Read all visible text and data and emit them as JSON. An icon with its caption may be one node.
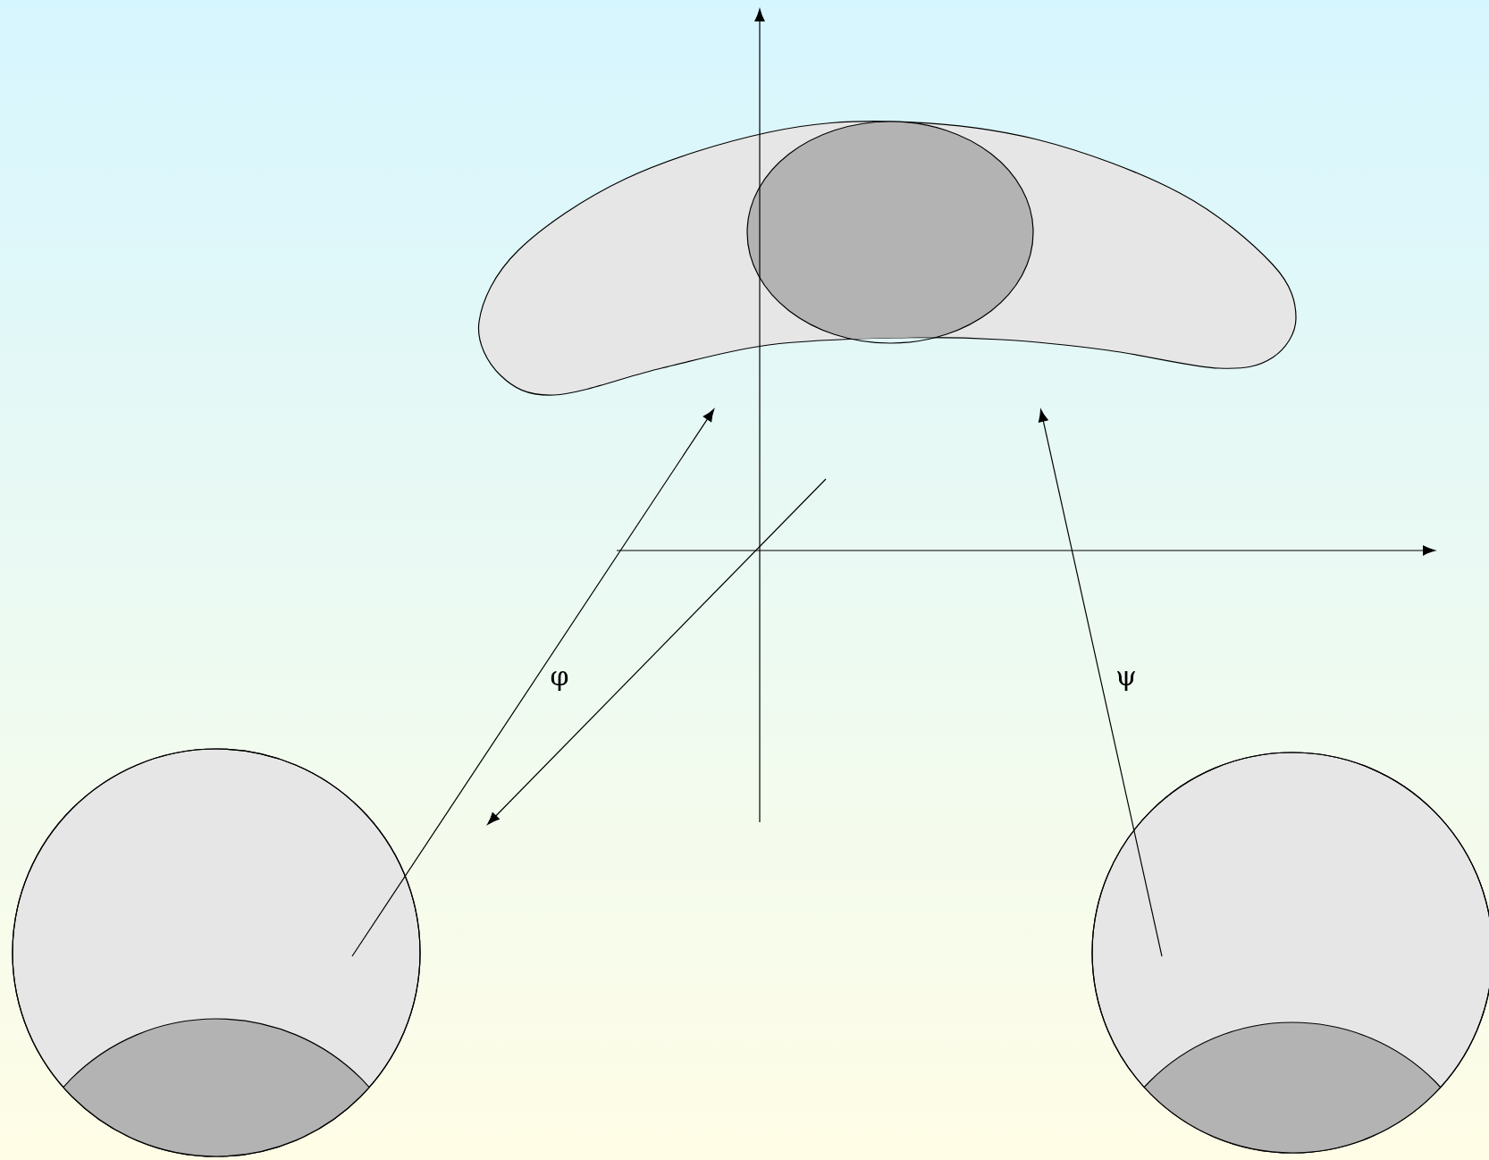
{
  "diagram": {
    "nodes": [
      {
        "text": [],
        "shape": "cloud"
      },
      {
        "text": [],
        "shape": "circle"
      },
      {
        "text": [],
        "shape": "circle"
      }
    ],
    "edges": [
      {
        "from": 1,
        "to": 0,
        "arrow": "to",
        "label": "φ"
      },
      {
        "from": 2,
        "to": 0,
        "arrow": "to",
        "label": "ψ"
      }
    ]
  }
}
